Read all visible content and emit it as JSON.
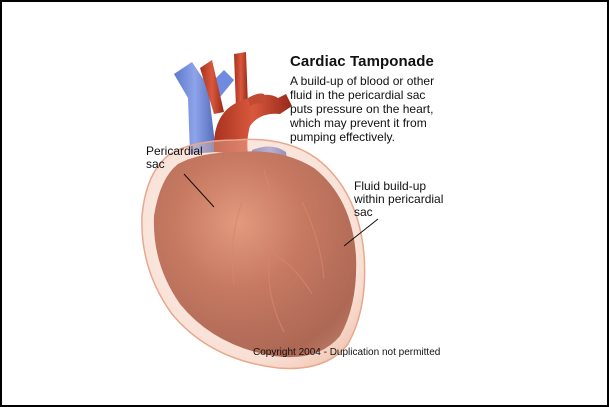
{
  "diagram": {
    "title": "Cardiac Tamponade",
    "description_lines": [
      "A build-up of blood or other",
      "fluid in the pericardial sac",
      "puts pressure on the heart,",
      "which may prevent it from",
      "pumping effectively."
    ],
    "labels": {
      "pericardial_sac": [
        "Pericardial",
        "sac"
      ],
      "fluid_buildup": [
        "Fluid build-up",
        "within pericardial",
        "sac"
      ]
    },
    "copyright": "Copyright 2004 - Duplication not permitted"
  },
  "colors": {
    "frame": "#000000",
    "heart": "#9a3a22",
    "sac": "#f1c2ad",
    "vein": "#6b86d8",
    "aorta": "#c4432f"
  }
}
